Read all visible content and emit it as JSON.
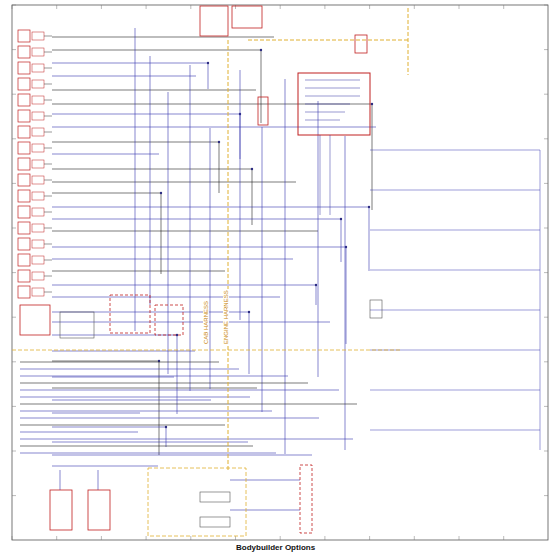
{
  "diagram": {
    "caption": "Bodybuilder Options",
    "labels": [
      "CAB HARNESS",
      "ENGINE HARNESS"
    ]
  }
}
